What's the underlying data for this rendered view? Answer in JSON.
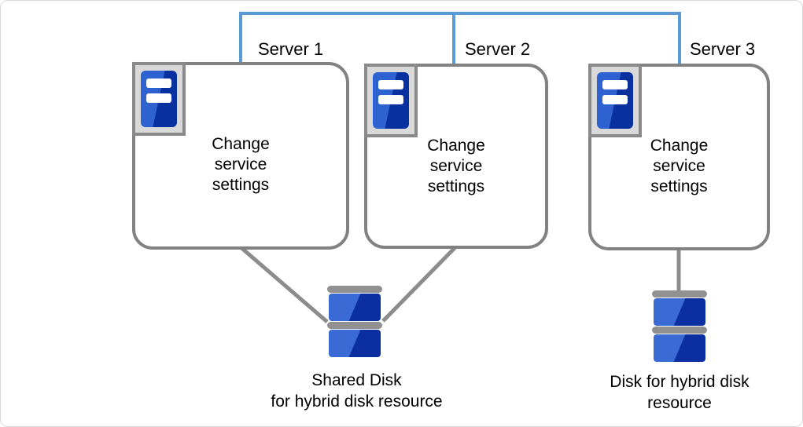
{
  "servers": [
    {
      "name": "Server 1",
      "body": "Change\nservice\nsettings"
    },
    {
      "name": "Server 2",
      "body": "Change\nservice\nsettings"
    },
    {
      "name": "Server 3",
      "body": "Change\nservice\nsettings"
    }
  ],
  "disks": [
    {
      "caption": "Shared Disk\nfor hybrid disk resource"
    },
    {
      "caption": "Disk for hybrid disk\nresource"
    }
  ],
  "colors": {
    "network-blue": "#5B9BD5",
    "box-border-gray": "#828282",
    "connector-gray": "#8C8C8C",
    "icon-frame-fill": "#D9D9D9",
    "icon-frame-border": "#8A8A8A",
    "server-blue-light": "#2E62D1",
    "server-blue-dark": "#08309F",
    "disk-blue-light": "#3A6BD4",
    "disk-blue-dark": "#0B2FA0",
    "pill-gray": "#919191",
    "text-color": "#000000",
    "frame-border": "#D9D9D9"
  }
}
